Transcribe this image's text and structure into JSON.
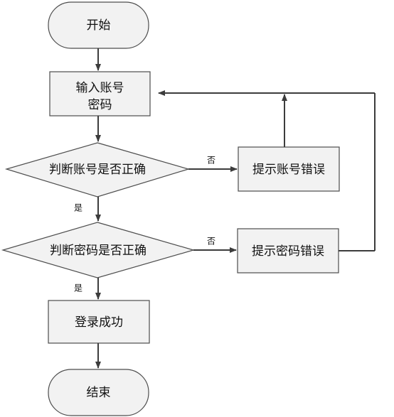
{
  "nodes": {
    "start": "开始",
    "input_line1": "输入账号",
    "input_line2": "密码",
    "check_account": "判断账号是否正确",
    "account_error": "提示账号错误",
    "check_password": "判断密码是否正确",
    "password_error": "提示密码错误",
    "login_success": "登录成功",
    "end": "结束"
  },
  "edges": {
    "yes": "是",
    "no": "否"
  },
  "colors": {
    "node_fill": "#f2f2f2",
    "node_stroke": "#4d4d4d",
    "connector": "#3c3c3c"
  }
}
